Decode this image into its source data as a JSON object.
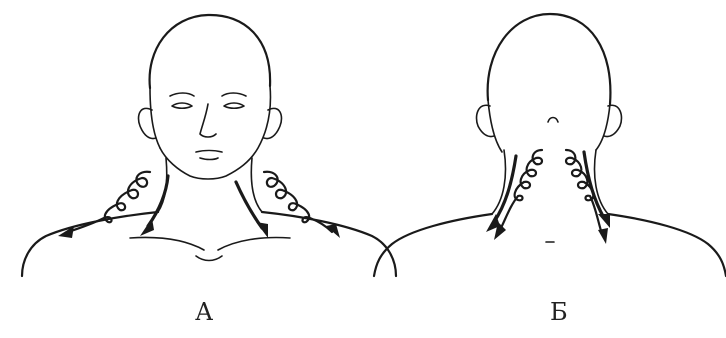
{
  "figure": {
    "panels": [
      {
        "id": "front",
        "label": "А",
        "view": "front-head-neck-shoulders"
      },
      {
        "id": "back",
        "label": "Б",
        "view": "back-head-neck-shoulders"
      }
    ],
    "icons": [
      "straight-arrow-icon",
      "spiral-arrow-icon"
    ],
    "colors": {
      "line": "#1a1a1a",
      "background": "#ffffff"
    }
  }
}
